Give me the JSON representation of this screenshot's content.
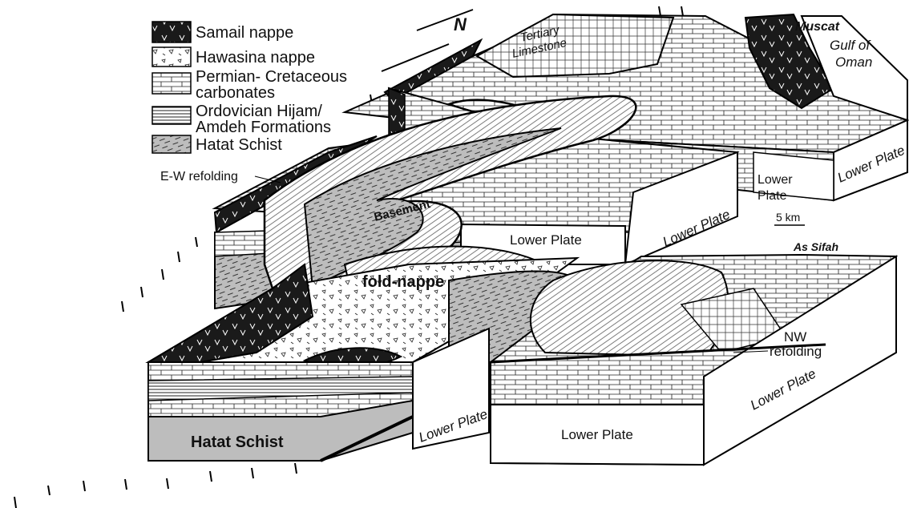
{
  "legend": [
    {
      "key": "samail",
      "label": "Samail nappe"
    },
    {
      "key": "hawasina",
      "label": "Hawasina nappe"
    },
    {
      "key": "permian",
      "label_line1": "Permian- Cretaceous",
      "label_line2": "carbonates"
    },
    {
      "key": "ordovician",
      "label_line1": "Ordovician Hijam/",
      "label_line2": "Amdeh Formations"
    },
    {
      "key": "hatat",
      "label": "Hatat Schist"
    }
  ],
  "labels": {
    "north": "N",
    "tertiary_1": "Tertiary",
    "tertiary_2": "Limestone",
    "muscat": "Muscat",
    "gulf_1": "Gulf of",
    "gulf_2": "Oman",
    "ew_refolding": "E-W refolding",
    "basement": "Basement",
    "fold_nappe": "fold-nappe",
    "scale": "5 km",
    "as_sifah": "As Sifah",
    "nw_1": "NW",
    "nw_2": "refolding",
    "hatat_schist": "Hatat Schist",
    "lower_plate": "Lower Plate",
    "lower_plate_stack_1": "Lower",
    "lower_plate_stack_2": "Plate"
  },
  "colors": {
    "samail": "#1a1a1a",
    "hatat": "#b4b4b4",
    "hatat_light": "#d0d0d0",
    "line": "#111111"
  }
}
